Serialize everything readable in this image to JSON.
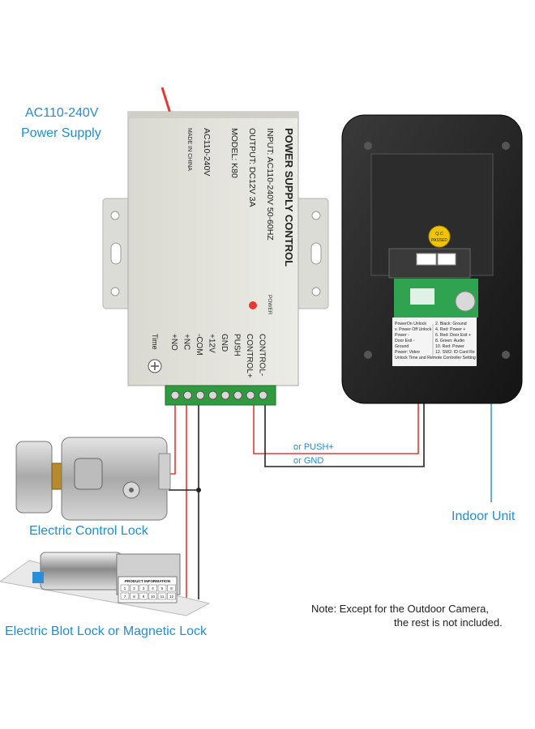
{
  "labels": {
    "power_supply_line1": "AC110-240V",
    "power_supply_line2": "Power Supply",
    "indoor_unit": "Indoor Unit",
    "electric_control_lock": "Electric Control Lock",
    "electric_bolt_lock": "Electric Blot Lock or Magnetic Lock",
    "wire_push": "or PUSH+",
    "wire_gnd": "or GND"
  },
  "note": {
    "line1": "Note:  Except for the Outdoor Camera,",
    "line2": "the rest is not included."
  },
  "power_box": {
    "title": "POWER SUPPLY CONTROL",
    "input": "INPUT: AC110-240V  50-60HZ",
    "output": "OUTPUT: DC12V  3A",
    "model": "MODEL: K80",
    "ac": "AC110-240V",
    "made": "MADE IN CHINA",
    "power_led": "POWER",
    "time": "Time",
    "terminals": [
      "+NO",
      "+NC",
      "-COM",
      "+12V",
      "GND",
      "PUSH",
      "CONTROL+",
      "CONTROL-"
    ]
  },
  "indoor_board": {
    "qc": "Q.C",
    "passed": "PASSED",
    "left_lines": [
      "PowerOn Unlock",
      "v. Power Off Unlock",
      "Power -",
      "Door Exit -",
      "Ground",
      "Power: Video",
      "Unlock Time and Remote Controller Setting"
    ],
    "right_lines": [
      "2. Black: Ground",
      "4. Red: Power +",
      "6. Red: Door Exit +",
      "8. Green: Audio",
      "10. Red: Power",
      "12. SW2: ID Card Re"
    ]
  },
  "product_info": {
    "title": "PRODUCT INFORMATION",
    "row1": [
      "1",
      "2",
      "3",
      "4",
      "5",
      "6"
    ],
    "row2": [
      "7",
      "8",
      "9",
      "10",
      "11",
      "12"
    ]
  },
  "colors": {
    "label_blue": "#1e8fd6",
    "wire_red": "#e53935",
    "wire_black": "#222222",
    "wire_blue": "#1e8fd6"
  }
}
